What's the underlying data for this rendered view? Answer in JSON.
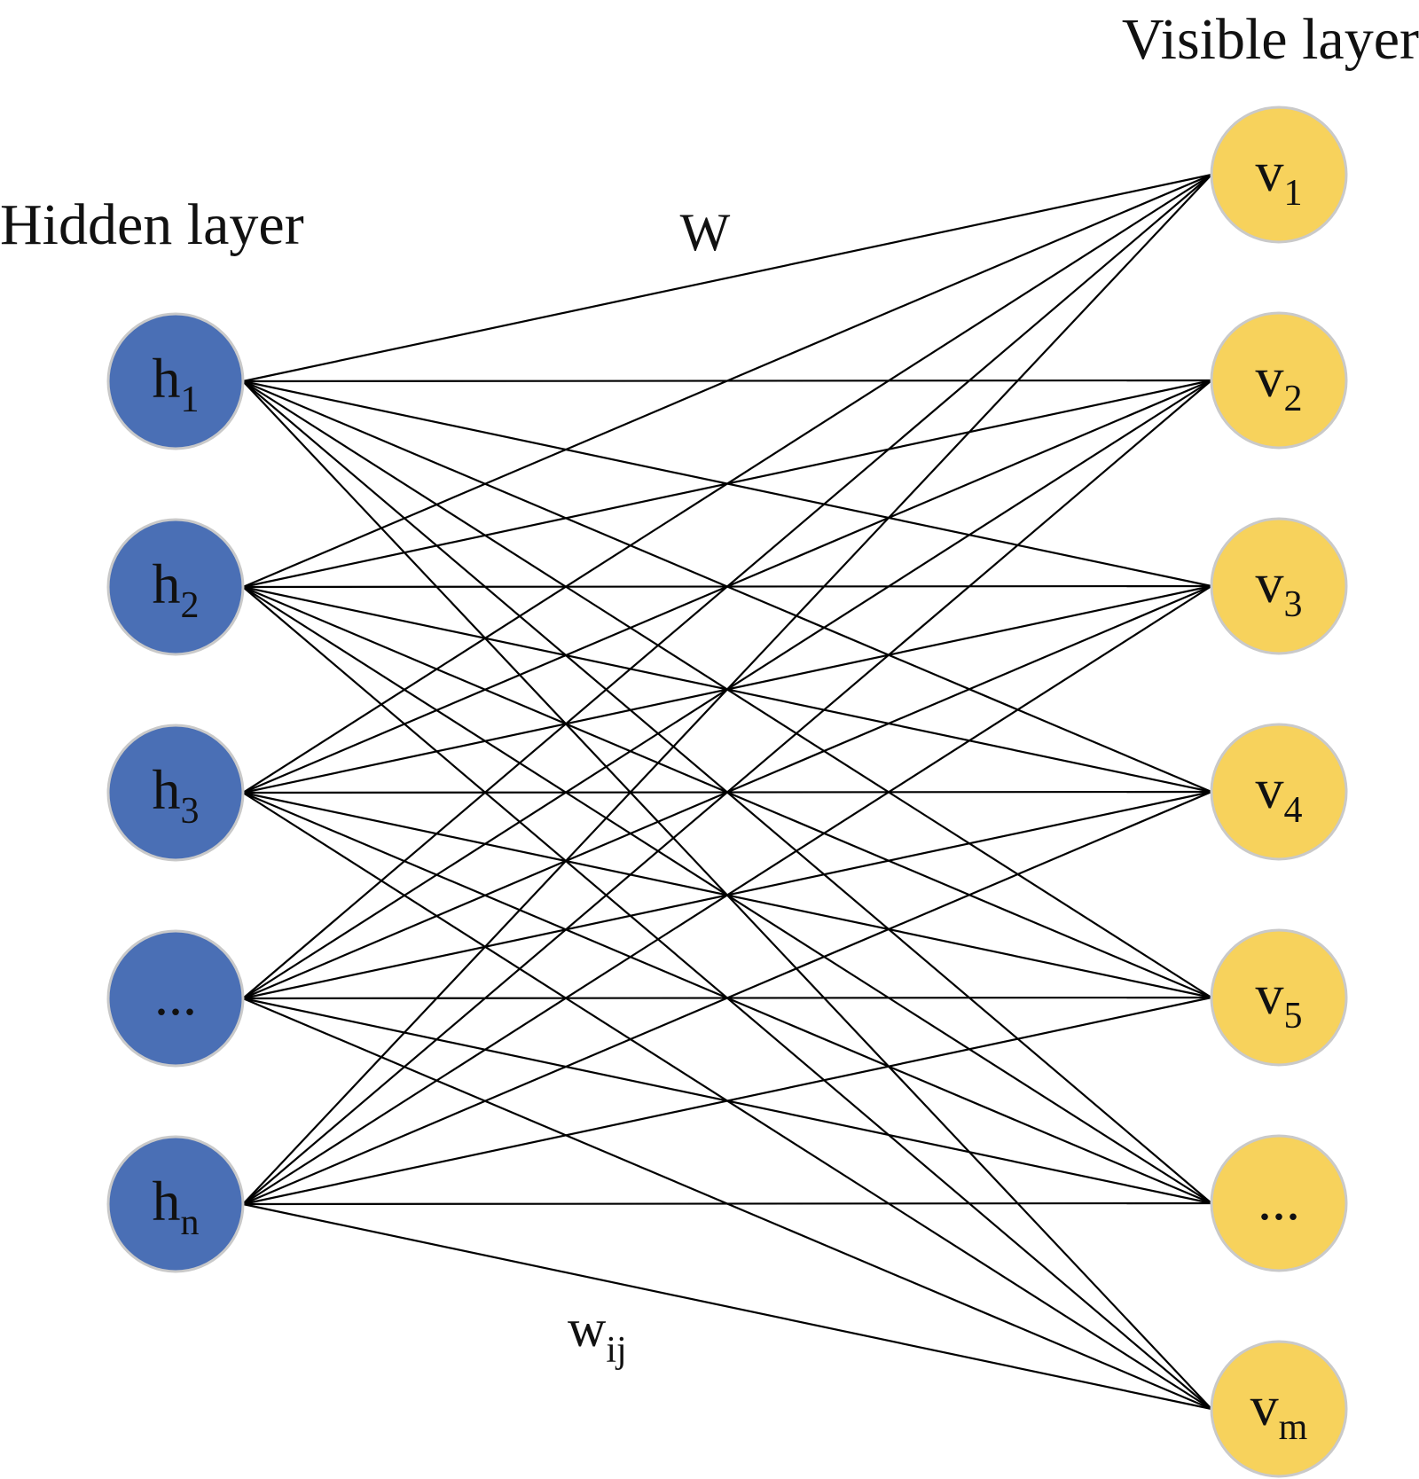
{
  "hidden_layer": {
    "title": "Hidden layer",
    "color": "#4a6fb5",
    "nodes": [
      {
        "main": "h",
        "sub": "1"
      },
      {
        "main": "h",
        "sub": "2"
      },
      {
        "main": "h",
        "sub": "3"
      },
      {
        "main": "...",
        "sub": ""
      },
      {
        "main": "h",
        "sub": "n"
      }
    ]
  },
  "visible_layer": {
    "title": "Visible layer",
    "color": "#f7d25c",
    "nodes": [
      {
        "main": "v",
        "sub": "1"
      },
      {
        "main": "v",
        "sub": "2"
      },
      {
        "main": "v",
        "sub": "3"
      },
      {
        "main": "v",
        "sub": "4"
      },
      {
        "main": "v",
        "sub": "5"
      },
      {
        "main": "...",
        "sub": ""
      },
      {
        "main": "v",
        "sub": "m"
      }
    ]
  },
  "weights": {
    "matrix_label": "W",
    "element_label": {
      "main": "w",
      "sub": "ij"
    }
  }
}
